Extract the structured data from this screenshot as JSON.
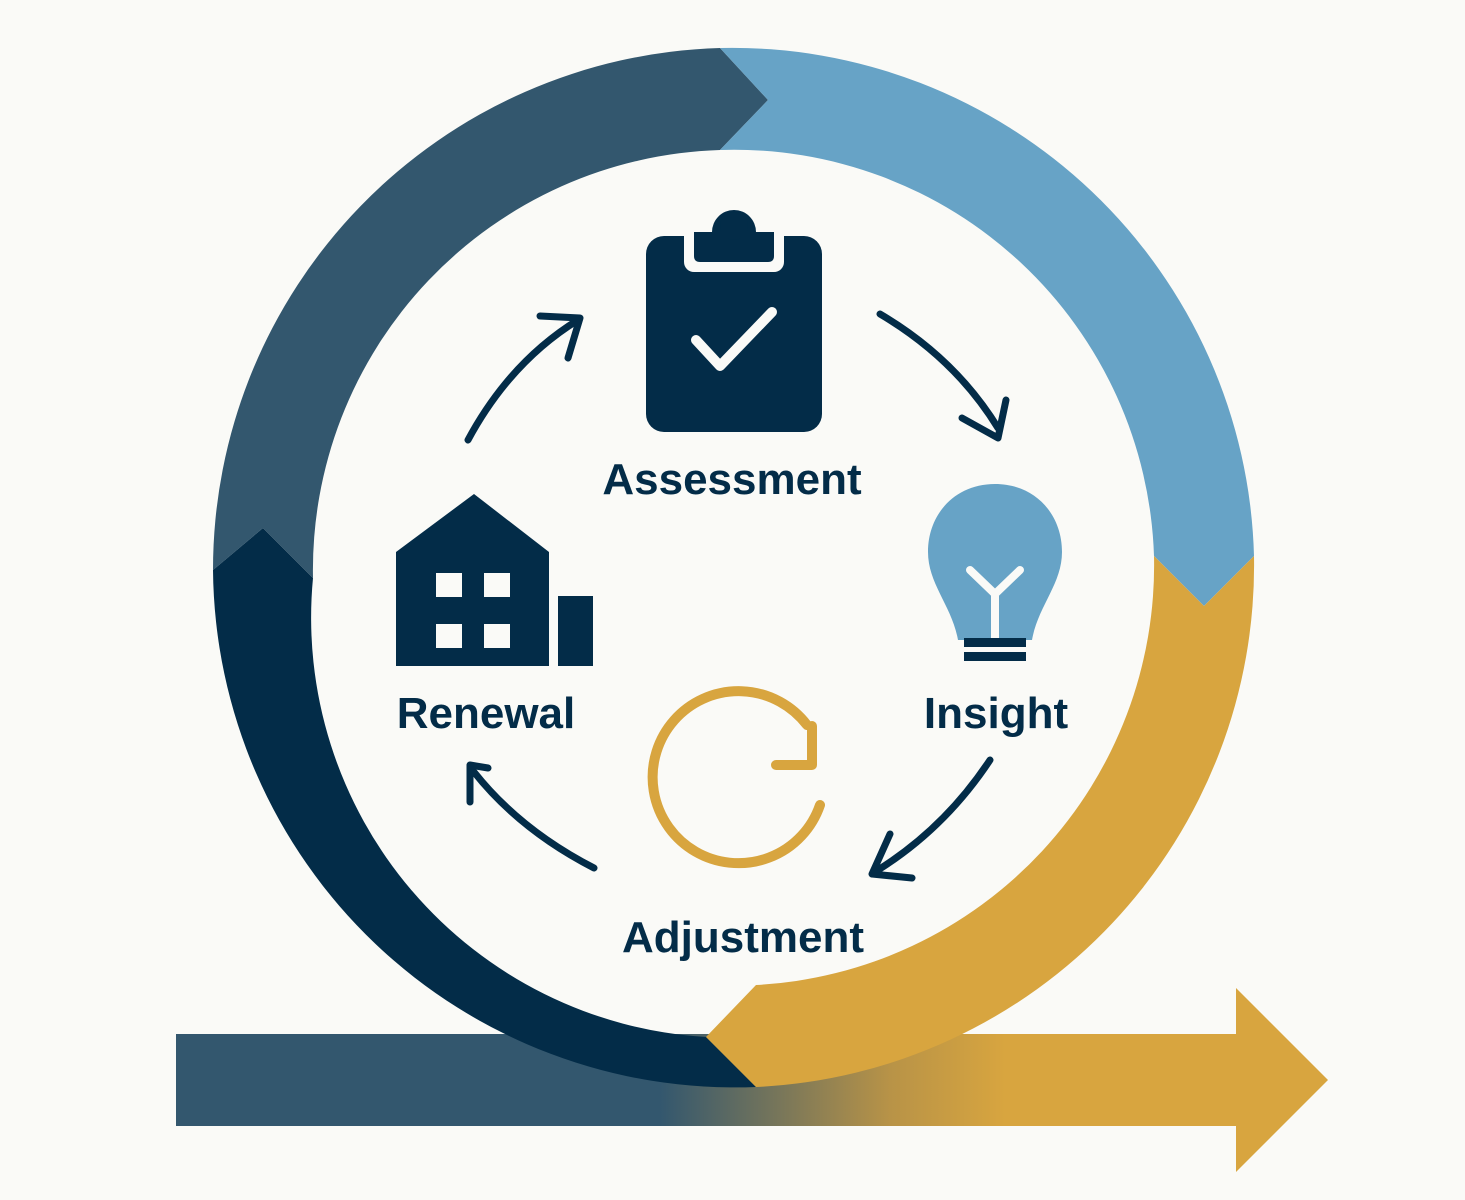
{
  "diagram": {
    "stages": [
      {
        "label": "Assessment",
        "icon": "clipboard-check-icon"
      },
      {
        "label": "Insight",
        "icon": "lightbulb-icon"
      },
      {
        "label": "Adjustment",
        "icon": "refresh-icon"
      },
      {
        "label": "Renewal",
        "icon": "house-icon"
      }
    ],
    "colors": {
      "navy": "#032c48",
      "slate": "#33576e",
      "sky": "#67a3c6",
      "gold": "#d8a53f",
      "background": "#fafaf7"
    }
  }
}
